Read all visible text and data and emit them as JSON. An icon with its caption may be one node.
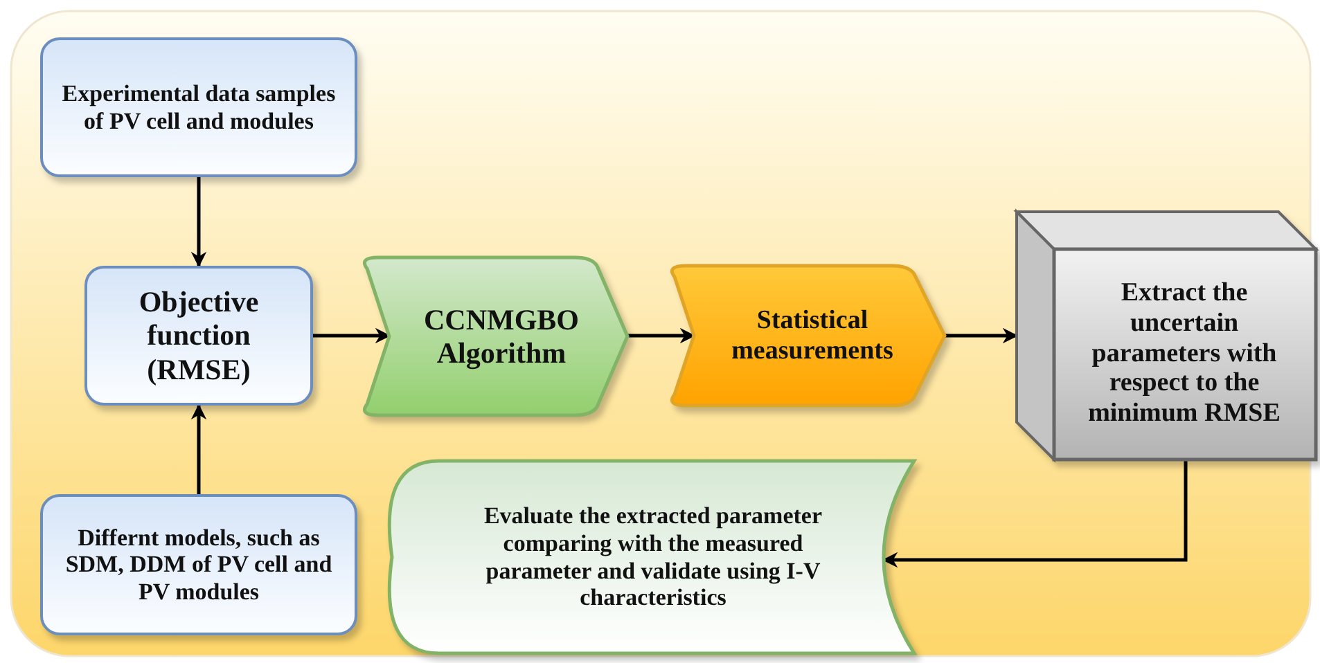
{
  "diagram": {
    "nodes": [
      {
        "text": [
          "Experimental data samples of PV cell and modules"
        ]
      },
      {
        "text": [
          "Objective function (RMSE)"
        ]
      },
      {
        "text": [
          "CCNMGBO Algorithm"
        ]
      },
      {
        "text": [
          "Statistical measurements"
        ]
      },
      {
        "text": [
          "Extract the uncertain parameters with respect to the minimum RMSE"
        ]
      },
      {
        "text": [
          "Evaluate the extracted parameter comparing with the measured parameter and validate using I-V characteristics"
        ]
      },
      {
        "text": [
          "Differnt models, such as SDM, DDM of PV cell and PV modules"
        ]
      }
    ],
    "edges": [
      {
        "from": 0,
        "to": 1,
        "arrow": "to"
      },
      {
        "from": 6,
        "to": 1,
        "arrow": "to"
      },
      {
        "from": 1,
        "to": 2,
        "arrow": "to"
      },
      {
        "from": 2,
        "to": 3,
        "arrow": "to"
      },
      {
        "from": 3,
        "to": 4,
        "arrow": "to"
      },
      {
        "from": 4,
        "to": 5,
        "arrow": "to"
      }
    ]
  }
}
